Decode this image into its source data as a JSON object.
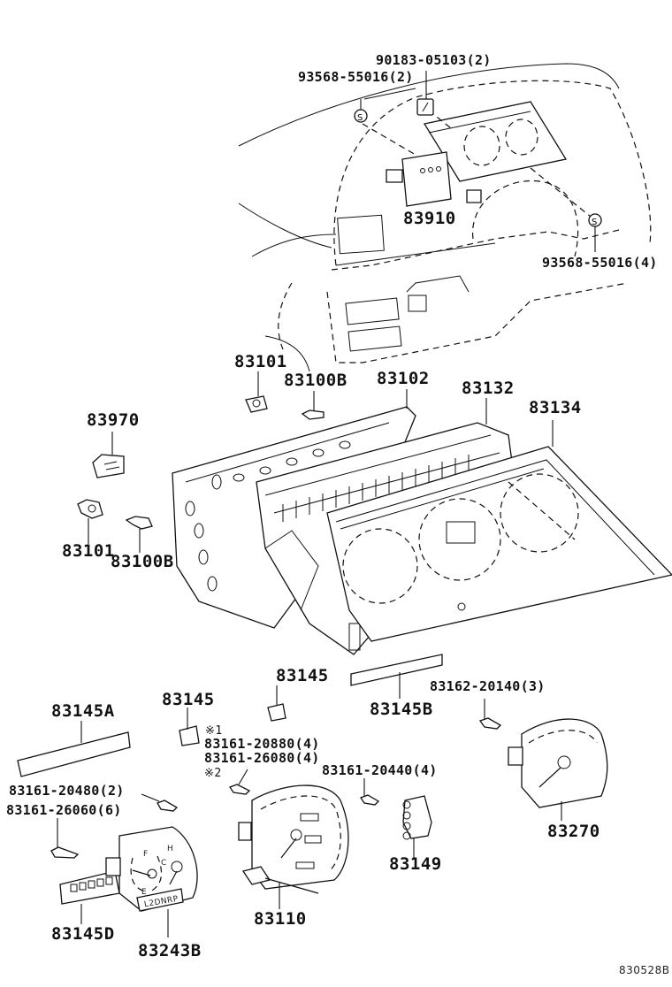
{
  "diagram": {
    "title": "Instrument cluster / combination meter exploded view",
    "reference_code": "830528B",
    "labels": {
      "p90183": "90183-05103(2)",
      "p93568a": "93568-55016(2)",
      "p93568b": "93568-55016(4)",
      "p83910": "83910",
      "p83101a": "83101",
      "p83100Ba": "83100B",
      "p83102": "83102",
      "p83132": "83132",
      "p83134": "83134",
      "p83970": "83970",
      "p83101b": "83101",
      "p83100Bb": "83100B",
      "p83145a": "83145",
      "p83145b": "83145",
      "p83145A": "83145A",
      "p83145B": "83145B",
      "p83162": "83162-20140(3)",
      "note1": "※1",
      "p83161_20880": "83161-20880(4)",
      "p83161_26080": "83161-26080(4)",
      "note2": "※2",
      "p83161_20440": "83161-20440(4)",
      "p83161_20480": "83161-20480(2)",
      "p83161_26060": "83161-26060(6)",
      "p83145D": "83145D",
      "p83243B": "83243B",
      "p83110": "83110",
      "p83149": "83149",
      "p83270": "83270"
    },
    "gauge_marks": {
      "fuel_full": "F",
      "fuel_empty": "E",
      "temp_hot": "H",
      "temp_cold": "C",
      "shift_indicator": "L2DNRP"
    },
    "symbols": {
      "screw_marker": "S"
    }
  }
}
